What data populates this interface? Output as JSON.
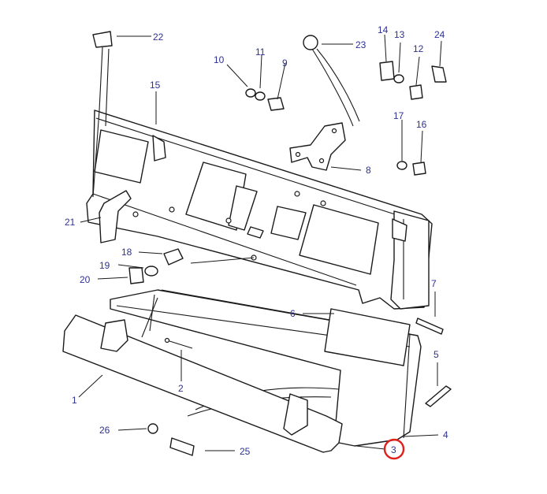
{
  "diagram": {
    "callouts": [
      {
        "id": "p1",
        "label": "1"
      },
      {
        "id": "p2",
        "label": "2"
      },
      {
        "id": "p3",
        "label": "3"
      },
      {
        "id": "p4",
        "label": "4"
      },
      {
        "id": "p5",
        "label": "5"
      },
      {
        "id": "p6",
        "label": "6"
      },
      {
        "id": "p7",
        "label": "7"
      },
      {
        "id": "p8",
        "label": "8"
      },
      {
        "id": "p9",
        "label": "9"
      },
      {
        "id": "p10",
        "label": "10"
      },
      {
        "id": "p11",
        "label": "11"
      },
      {
        "id": "p12",
        "label": "12"
      },
      {
        "id": "p13",
        "label": "13"
      },
      {
        "id": "p14",
        "label": "14"
      },
      {
        "id": "p15",
        "label": "15"
      },
      {
        "id": "p16",
        "label": "16"
      },
      {
        "id": "p17",
        "label": "17"
      },
      {
        "id": "p18",
        "label": "18"
      },
      {
        "id": "p19",
        "label": "19"
      },
      {
        "id": "p20",
        "label": "20"
      },
      {
        "id": "p21",
        "label": "21"
      },
      {
        "id": "p22",
        "label": "22"
      },
      {
        "id": "p23",
        "label": "23"
      },
      {
        "id": "p24",
        "label": "24"
      },
      {
        "id": "p25",
        "label": "25"
      },
      {
        "id": "p26",
        "label": "26"
      }
    ],
    "highlighted_part": "3",
    "colors": {
      "callout_text": "#2e3192",
      "highlight_ring": "#e0201b",
      "line_art": "#1a1a1a"
    }
  }
}
